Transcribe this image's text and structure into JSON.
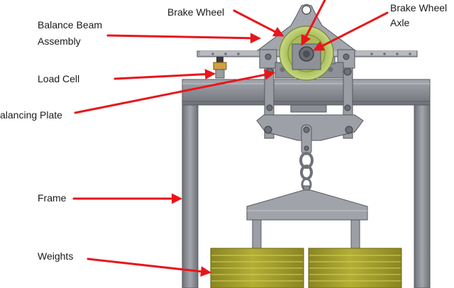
{
  "labels": {
    "brake_wheel": "Brake Wheel",
    "brake_wheel_axle_line1": "Brake Wheel",
    "brake_wheel_axle_line2": "Axle",
    "balance_beam_line1": "Balance Beam",
    "balance_beam_line2": "Assembly",
    "load_cell": "Load Cell",
    "balancing_plate": "alancing Plate",
    "frame": "Frame",
    "weights": "Weights"
  },
  "colors": {
    "arrow": "#e8161b",
    "frame_metal": "#8a8d93",
    "frame_edge": "#5a5d63",
    "weight_fill": "#a7a32a",
    "weight_line": "#d8d26a",
    "wheel_ring": "#bfd07a",
    "text": "#1a1a1a"
  }
}
